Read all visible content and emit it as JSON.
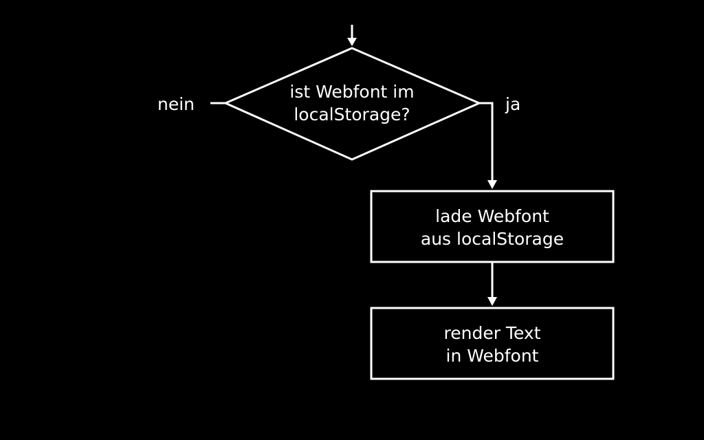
{
  "flowchart": {
    "decision": {
      "line1": "ist Webfont im",
      "line2": "localStorage?"
    },
    "branch_no": "nein",
    "branch_yes": "ja",
    "step_load": {
      "line1": "lade Webfont",
      "line2": "aus localStorage"
    },
    "step_render": {
      "line1": "render Text",
      "line2": "in Webfont"
    }
  },
  "colors": {
    "background": "#000000",
    "foreground": "#ffffff"
  }
}
